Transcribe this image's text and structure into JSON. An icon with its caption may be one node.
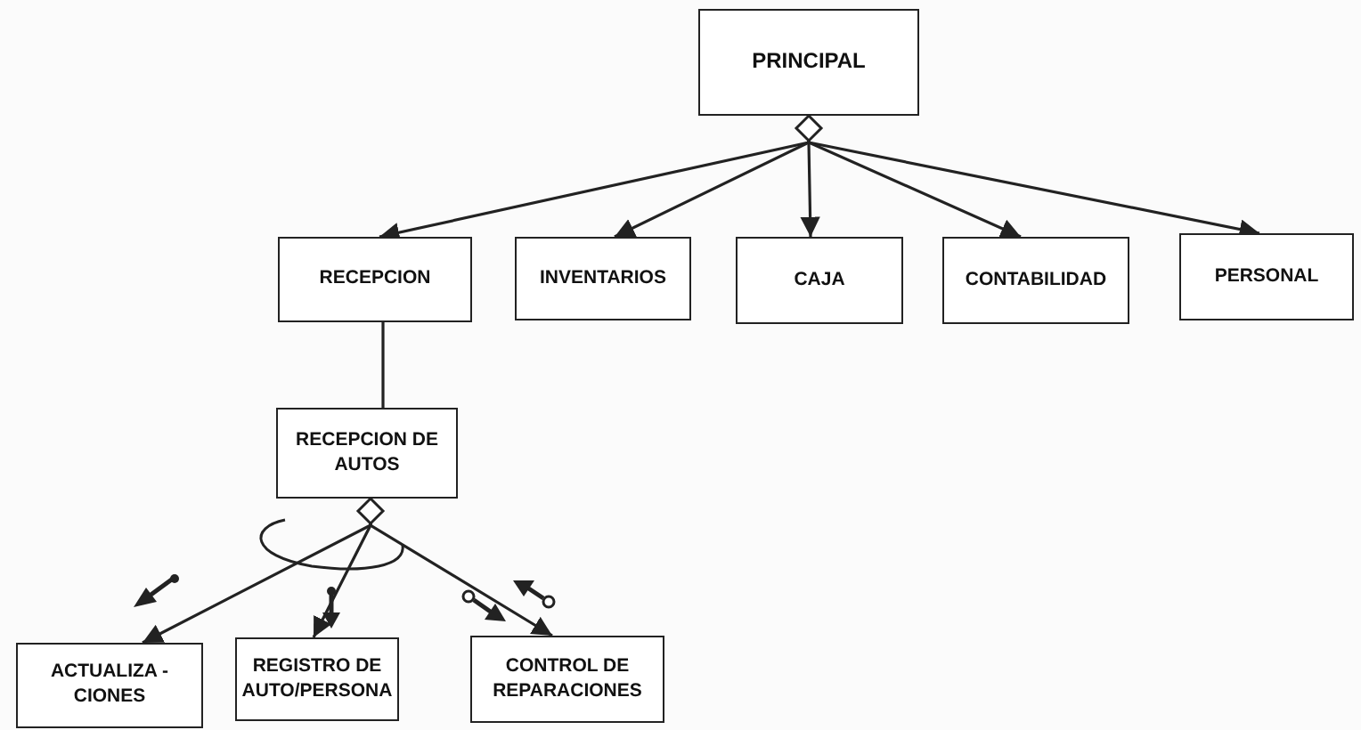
{
  "diagram": {
    "nodes": [
      {
        "text": [
          "PRINCIPAL"
        ]
      },
      {
        "text": [
          "RECEPCION"
        ]
      },
      {
        "text": [
          "INVENTARIOS"
        ]
      },
      {
        "text": [
          "CAJA"
        ]
      },
      {
        "text": [
          "CONTABILIDAD"
        ]
      },
      {
        "text": [
          "PERSONAL"
        ]
      },
      {
        "text": [
          "RECEPCION DE AUTOS"
        ]
      },
      {
        "text": [
          "ACTUALIZA - CIONES"
        ]
      },
      {
        "text": [
          "REGISTRO DE AUTO/PERSONA"
        ]
      },
      {
        "text": [
          "CONTROL DE REPARACIONES"
        ]
      }
    ],
    "edges": [
      {
        "from": 0,
        "to": 1,
        "arrow": "to"
      },
      {
        "from": 0,
        "to": 2,
        "arrow": "to"
      },
      {
        "from": 0,
        "to": 3,
        "arrow": "to"
      },
      {
        "from": 0,
        "to": 4,
        "arrow": "to"
      },
      {
        "from": 0,
        "to": 5,
        "arrow": "to"
      },
      {
        "from": 1,
        "to": 6,
        "arrow": "none"
      },
      {
        "from": 6,
        "to": 7,
        "arrow": "to"
      },
      {
        "from": 6,
        "to": 8,
        "arrow": "to"
      },
      {
        "from": 6,
        "to": 9,
        "arrow": "to"
      }
    ]
  }
}
